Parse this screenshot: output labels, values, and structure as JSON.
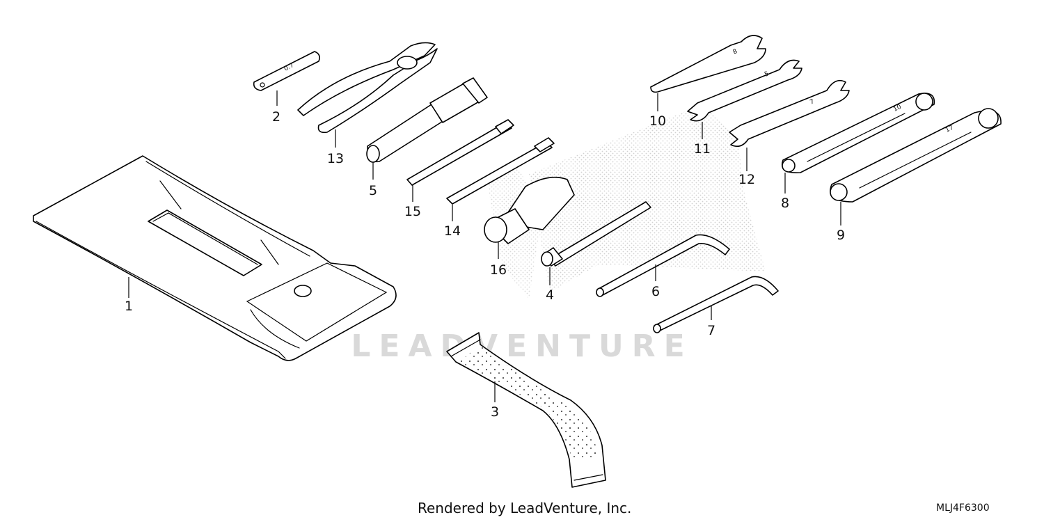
{
  "watermark": "LEADVENTURE",
  "credit": "Rendered by LeadVenture, Inc.",
  "diagram_code": "MLJ4F6300",
  "callouts": {
    "c1": "1",
    "c2": "2",
    "c3": "3",
    "c4": "4",
    "c5": "5",
    "c6": "6",
    "c7": "7",
    "c8": "8",
    "c9": "9",
    "c10": "10",
    "c11": "11",
    "c12": "12",
    "c13": "13",
    "c14": "14",
    "c15": "15",
    "c16": "16"
  },
  "engravings": {
    "gauge": "0.7",
    "w10": "8",
    "w11": "5",
    "w12": "7",
    "w8": "10",
    "w9": "17"
  }
}
